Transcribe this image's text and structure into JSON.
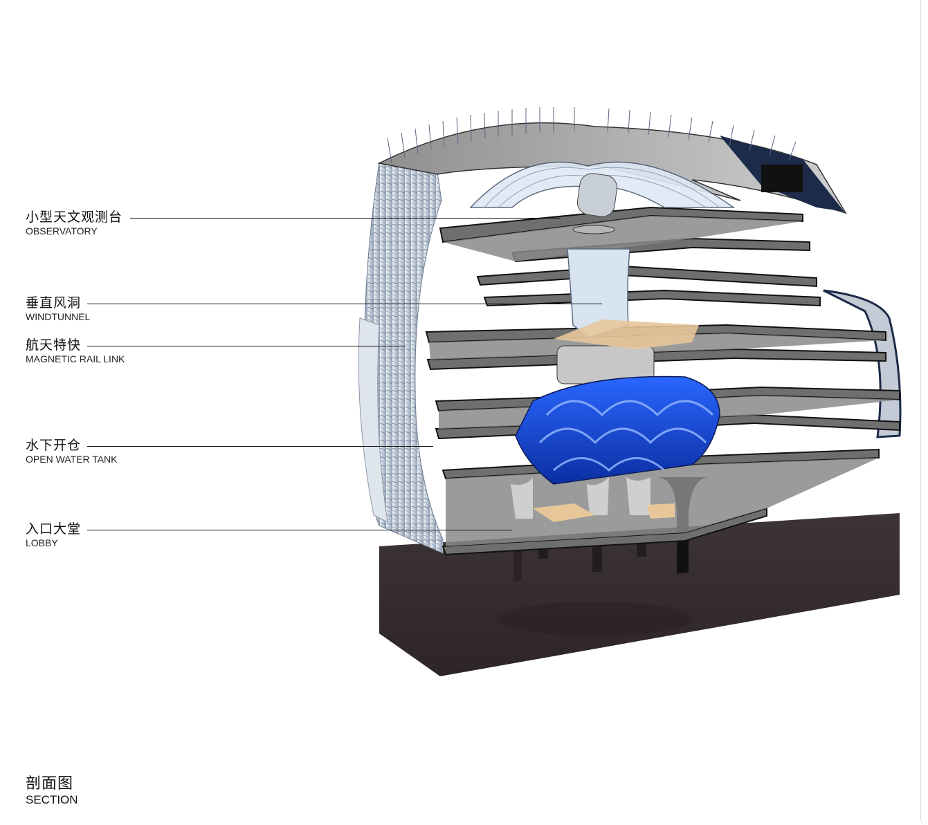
{
  "labels": [
    {
      "cn": "小型天文观测台",
      "en": "OBSERVATORY"
    },
    {
      "cn": "垂直风洞",
      "en": "WINDTUNNEL"
    },
    {
      "cn": "航天特快",
      "en": "MAGNETIC RAIL LINK"
    },
    {
      "cn": "水下开仓",
      "en": "OPEN WATER TANK"
    },
    {
      "cn": "入口大堂",
      "en": "LOBBY"
    }
  ],
  "caption": {
    "cn": "剖面图",
    "en": "SECTION"
  },
  "colors": {
    "ground": "#3a3132",
    "slab": "#1b1b1b",
    "floor": "#6e6e6e",
    "tank": "#1646c8",
    "facade": "#c9d3df",
    "accent": "#e7c79a"
  }
}
